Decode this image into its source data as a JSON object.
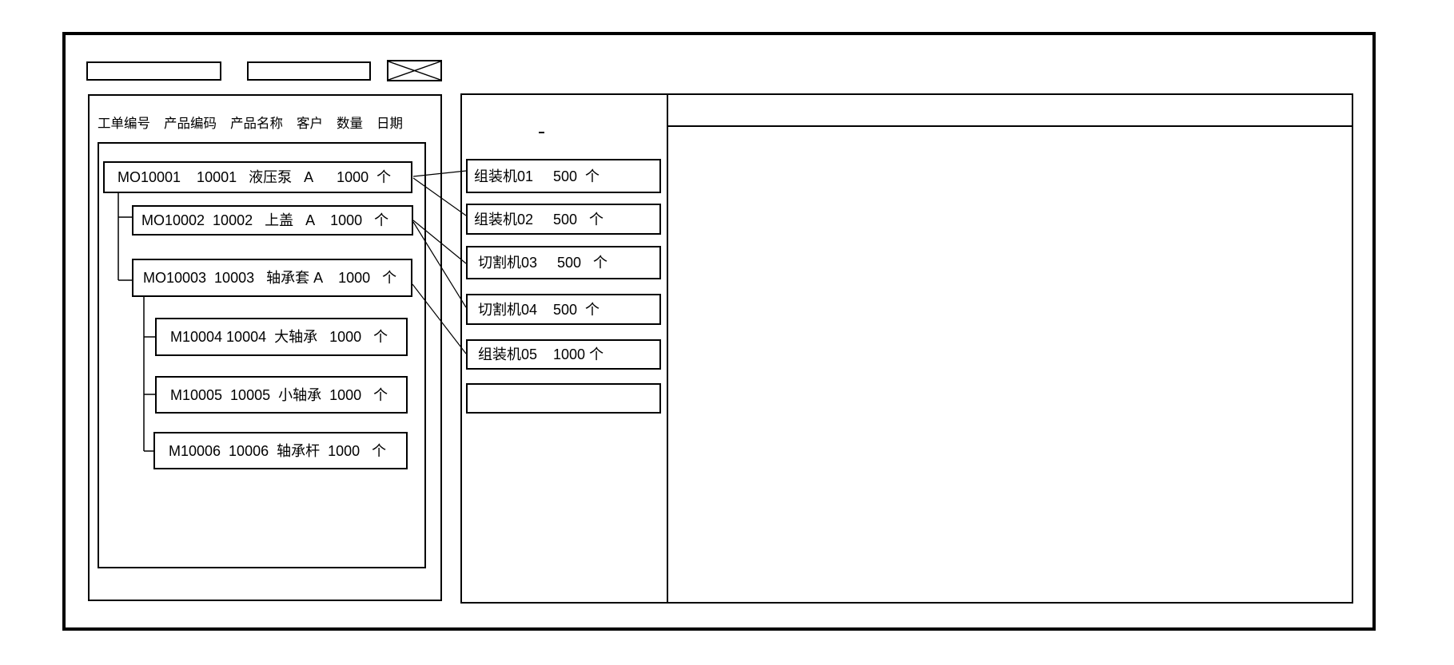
{
  "toolbar": {
    "field1_value": "",
    "field2_value": ""
  },
  "order_panel": {
    "columns": [
      "工单编号",
      "产品编码",
      "产品名称",
      "客户",
      "数量",
      "日期"
    ],
    "orders": [
      {
        "order_no": "MO10001",
        "product_code": "10001",
        "product_name": "液压泵",
        "customer": "A",
        "qty": "1000",
        "unit": "个",
        "level": 0,
        "text": "MO10001    10001   液压泵   A      1000  个"
      },
      {
        "order_no": "MO10002",
        "product_code": "10002",
        "product_name": "上盖",
        "customer": "A",
        "qty": "1000",
        "unit": "个",
        "level": 1,
        "text": "MO10002  10002   上盖   A    1000   个"
      },
      {
        "order_no": "MO10003",
        "product_code": "10003",
        "product_name": "轴承套",
        "customer": "A",
        "qty": "1000",
        "unit": "个",
        "level": 1,
        "text": "MO10003  10003   轴承套 A    1000   个"
      },
      {
        "order_no": "M10004",
        "product_code": "10004",
        "product_name": "大轴承",
        "customer": "",
        "qty": "1000",
        "unit": "个",
        "level": 2,
        "text": "M10004 10004  大轴承   1000   个"
      },
      {
        "order_no": "M10005",
        "product_code": "10005",
        "product_name": "小轴承",
        "customer": "",
        "qty": "1000",
        "unit": "个",
        "level": 2,
        "text": "M10005  10005  小轴承  1000   个"
      },
      {
        "order_no": "M10006",
        "product_code": "10006",
        "product_name": "轴承杆",
        "customer": "",
        "qty": "1000",
        "unit": "个",
        "level": 2,
        "text": "M10006  10006  轴承杆  1000   个"
      }
    ]
  },
  "machine_panel": {
    "slots": [
      {
        "machine": "组装机01",
        "qty": "500",
        "unit": "个",
        "text": "组装机01     500  个"
      },
      {
        "machine": "组装机02",
        "qty": "500",
        "unit": "个",
        "text": "组装机02     500   个"
      },
      {
        "machine": "切割机03",
        "qty": "500",
        "unit": "个",
        "text": "切割机03     500   个"
      },
      {
        "machine": "切割机04",
        "qty": "500",
        "unit": "个",
        "text": "切割机04    500  个"
      },
      {
        "machine": "组装机05",
        "qty": "1000",
        "unit": "个",
        "text": "组装机05    1000 个"
      },
      {
        "machine": "",
        "qty": "",
        "unit": "",
        "text": ""
      }
    ]
  },
  "right_panel": {
    "content": ""
  },
  "colors": {
    "line": "#000000",
    "background": "#ffffff"
  }
}
